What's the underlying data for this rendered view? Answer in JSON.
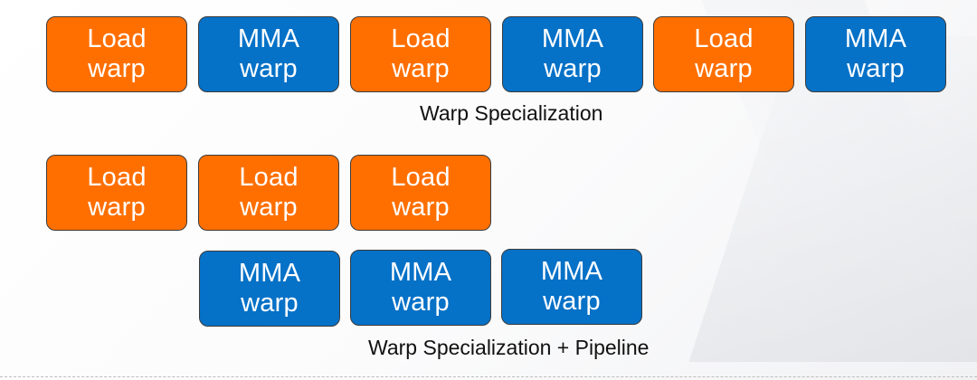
{
  "diagrams": [
    {
      "caption": "Warp Specialization",
      "rows": [
        {
          "blocks": [
            {
              "kind": "load",
              "line1": "Load",
              "line2": "warp"
            },
            {
              "kind": "mma",
              "line1": "MMA",
              "line2": "warp"
            },
            {
              "kind": "load",
              "line1": "Load",
              "line2": "warp"
            },
            {
              "kind": "mma",
              "line1": "MMA",
              "line2": "warp"
            },
            {
              "kind": "load",
              "line1": "Load",
              "line2": "warp"
            },
            {
              "kind": "mma",
              "line1": "MMA",
              "line2": "warp"
            }
          ]
        }
      ]
    },
    {
      "caption": "Warp Specialization + Pipeline",
      "rows": [
        {
          "blocks": [
            {
              "kind": "load",
              "line1": "Load",
              "line2": "warp"
            },
            {
              "kind": "load",
              "line1": "Load",
              "line2": "warp"
            },
            {
              "kind": "load",
              "line1": "Load",
              "line2": "warp"
            }
          ]
        },
        {
          "blocks": [
            {
              "kind": "mma",
              "line1": "MMA",
              "line2": "warp"
            },
            {
              "kind": "mma",
              "line1": "MMA",
              "line2": "warp"
            },
            {
              "kind": "mma",
              "line1": "MMA",
              "line2": "warp"
            }
          ]
        }
      ]
    }
  ],
  "colors": {
    "load": "#ff6f00",
    "mma": "#0571c7",
    "border": "#3c3c3c"
  }
}
